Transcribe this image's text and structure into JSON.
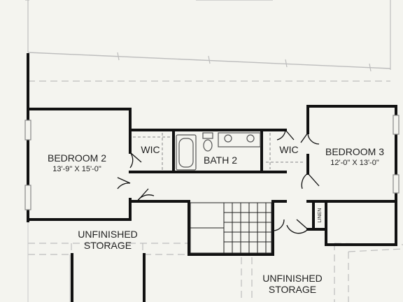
{
  "rooms": {
    "bedroom2": {
      "name": "BEDROOM 2",
      "dims": "13'-9\" X 15'-0\""
    },
    "bedroom3": {
      "name": "BEDROOM 3",
      "dims": "12'-0\" X 13'-0\""
    },
    "bath2": {
      "name": "BATH 2"
    },
    "wic_left": {
      "name": "WIC"
    },
    "wic_right": {
      "name": "WIC"
    },
    "linen": {
      "name": "LINEN"
    },
    "storage_left": {
      "line1": "UNFINISHED",
      "line2": "STORAGE"
    },
    "storage_right": {
      "line1": "UNFINISHED",
      "line2": "STORAGE"
    }
  },
  "colors": {
    "background": "#f4f4ef",
    "wall": "#111111",
    "roof": "#bdbdbd",
    "fixture": "#666666"
  }
}
